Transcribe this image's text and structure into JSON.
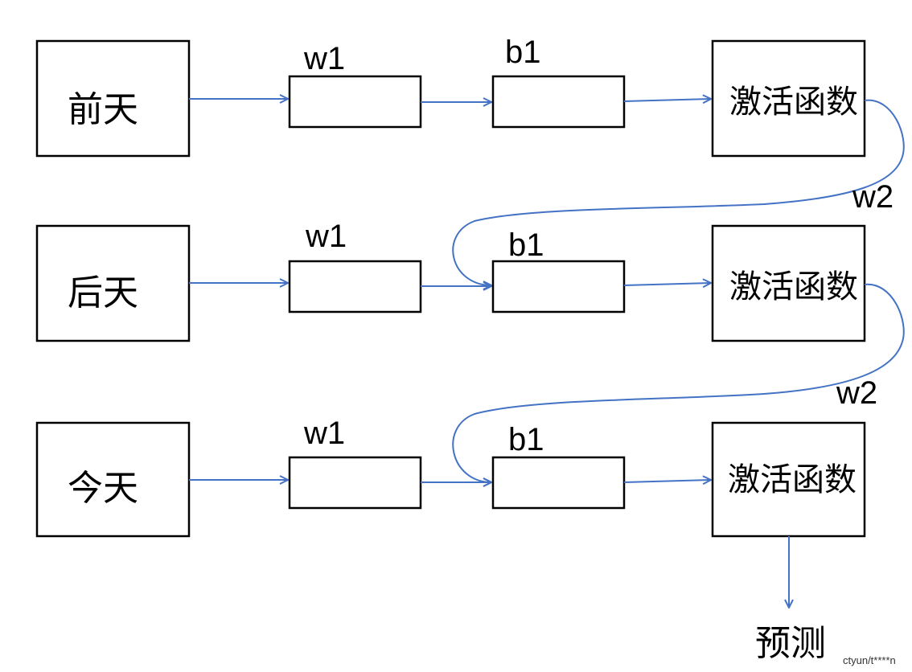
{
  "rows": [
    {
      "input": "前天",
      "w": "w1",
      "b": "b1",
      "activation": "激活函数"
    },
    {
      "input": "后天",
      "w": "w1",
      "b": "b1",
      "activation": "激活函数"
    },
    {
      "input": "今天",
      "w": "w1",
      "b": "b1",
      "activation": "激活函数"
    }
  ],
  "recurrent_labels": [
    "w2",
    "w2"
  ],
  "output": "预测",
  "watermark": "ctyun/t****n"
}
